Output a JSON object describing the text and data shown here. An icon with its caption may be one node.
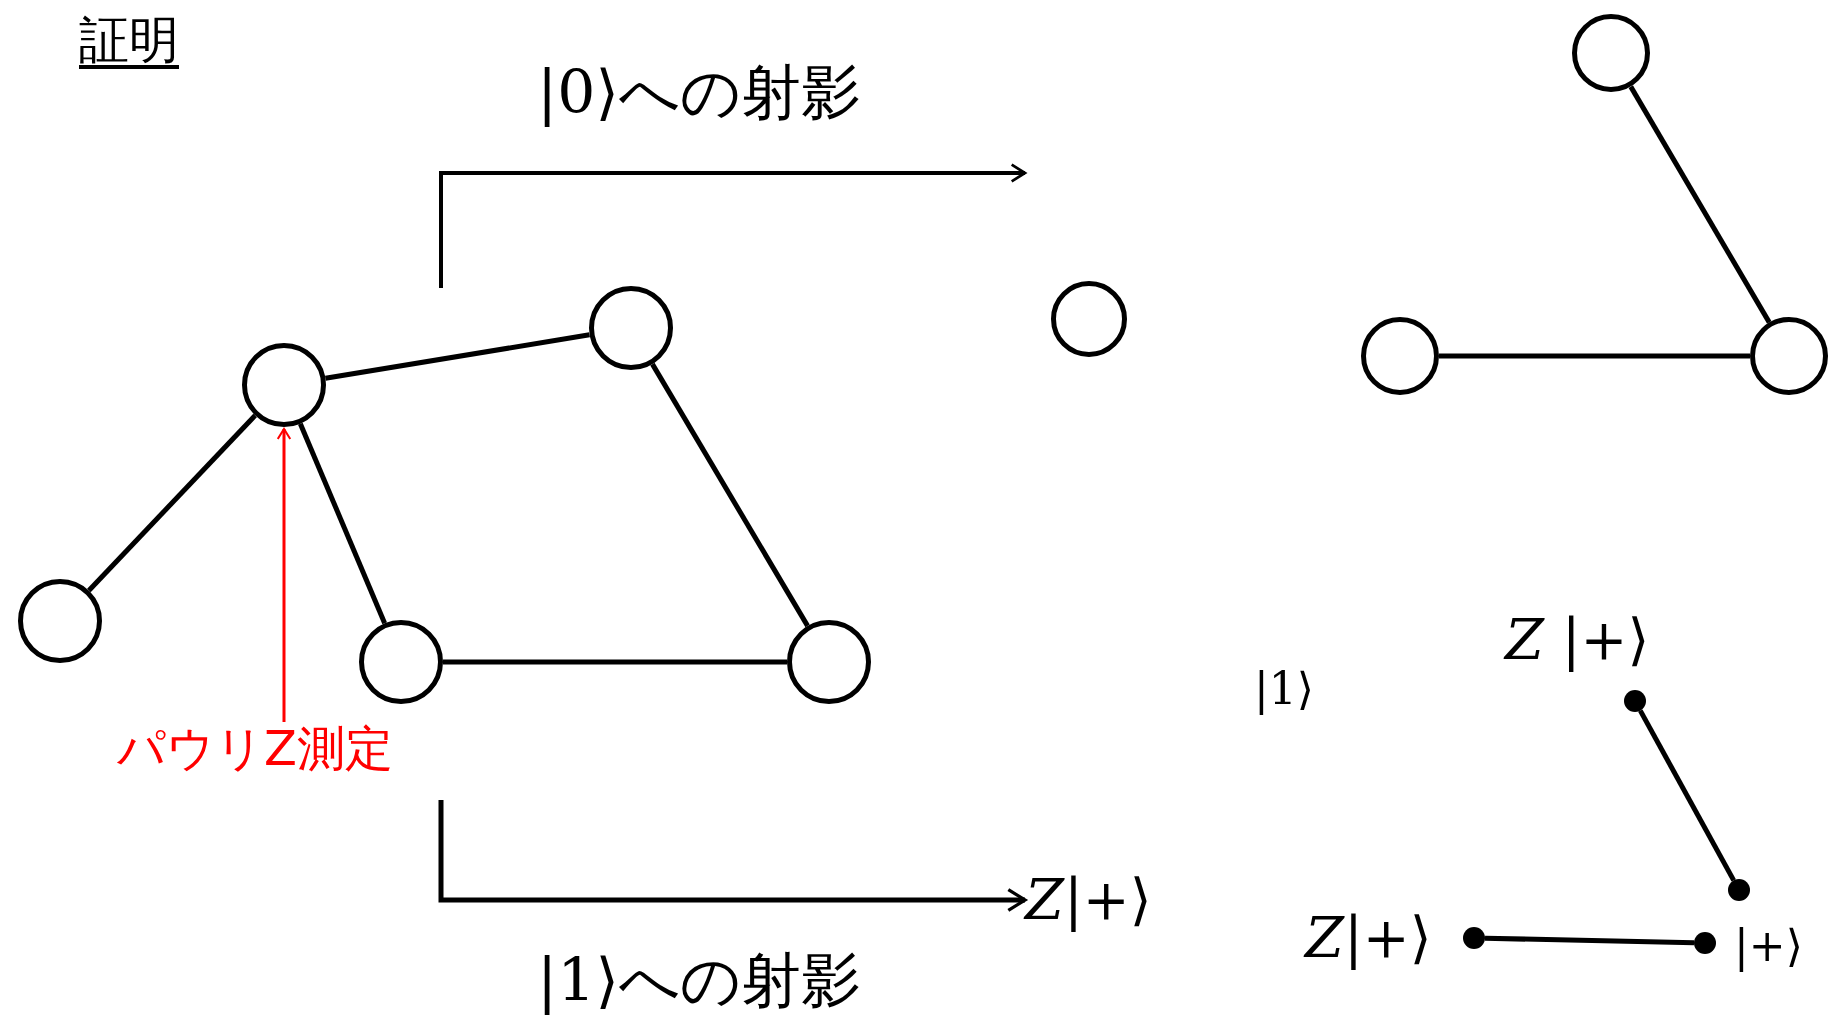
{
  "diagram": {
    "title": "証明",
    "nodes": [
      {
        "text": [],
        "shape": "circle"
      },
      {
        "text": [],
        "shape": "circle"
      },
      {
        "text": [],
        "shape": "circle"
      },
      {
        "text": [],
        "shape": "circle"
      },
      {
        "text": [],
        "shape": "circle"
      },
      {
        "text": [
          "パウリZ測定"
        ]
      },
      {
        "text": [],
        "shape": "circle"
      },
      {
        "text": [],
        "shape": "circle"
      },
      {
        "text": [],
        "shape": "circle"
      },
      {
        "text": [],
        "shape": "circle"
      },
      {
        "text": [
          "*Z*|+⟩"
        ]
      },
      {
        "text": [],
        "shape": "circle",
        "beside": [
          "*Z* |+⟩"
        ]
      },
      {
        "text": [],
        "shape": "circle"
      },
      {
        "text": [],
        "shape": "circle",
        "beside": [
          "*Z*|+⟩"
        ]
      },
      {
        "text": [],
        "shape": "circle"
      }
    ],
    "edges": [
      {
        "from": 0,
        "to": 1,
        "arrow": "none"
      },
      {
        "from": 1,
        "to": 2,
        "arrow": "none"
      },
      {
        "from": 1,
        "to": 3,
        "arrow": "none"
      },
      {
        "from": 2,
        "to": 4,
        "arrow": "none"
      },
      {
        "from": 3,
        "to": 4,
        "arrow": "none"
      },
      {
        "from": 5,
        "to": 1,
        "arrow": "to",
        "color": "#ff0000"
      },
      {
        "from": 7,
        "to": 9,
        "arrow": "none"
      },
      {
        "from": 8,
        "to": 9,
        "arrow": "none"
      },
      {
        "from": null,
        "to": 10,
        "arrow": "to"
      },
      {
        "from": 11,
        "to": 12,
        "arrow": "none"
      },
      {
        "from": 13,
        "to": 14,
        "arrow": "none"
      }
    ],
    "labels": [
      "|0⟩への射影",
      "|1⟩への射影",
      "|1⟩",
      "|+⟩"
    ]
  }
}
